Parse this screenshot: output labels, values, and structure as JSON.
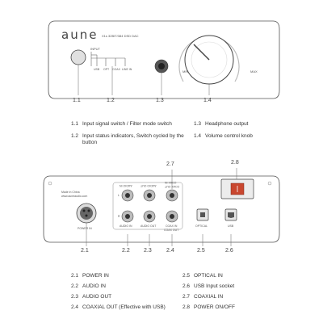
{
  "front": {
    "brand": "aune",
    "model": "X1s 32BIT/384 DSD DAC",
    "input_label": "INPUT",
    "indicators": [
      "USB",
      "OPT",
      "COAX",
      "LINE IN"
    ],
    "min_label": "MIN",
    "max_label": "MAX",
    "callouts": [
      "1.1",
      "1.2",
      "1.3",
      "1.4"
    ]
  },
  "front_legend": [
    {
      "num": "1.1",
      "text": "Input signal switch / Filter mode switch"
    },
    {
      "num": "1.3",
      "text": "Headphone output"
    },
    {
      "num": "1.2",
      "text": "Input status indicators, Switch cycled by the button"
    },
    {
      "num": "1.4",
      "text": "Volume control knob"
    }
  ],
  "rear": {
    "made_in": "Made in China",
    "website": "www.auneaudio.com",
    "power_in": "POWER IN",
    "audio_in_top": "AUDIO IN",
    "audio_out_top": "AUDIO OUT",
    "coax_in_top": "COAX IN",
    "coax_out_top": "COAX OUT",
    "audio_in": "AUDIO IN",
    "audio_out": "AUDIO OUT",
    "coax_in": "COAX IN",
    "coax_out": "COAX OUT",
    "optical": "OPTICAL",
    "usb": "USB",
    "channel_l": "L",
    "channel_r": "R",
    "callouts_top": [
      "2.7",
      "2.8"
    ],
    "callouts_bottom": [
      "2.1",
      "2.2",
      "2.3",
      "2.4",
      "2.5",
      "2.6"
    ]
  },
  "rear_legend": [
    {
      "num": "2.1",
      "text": "POWER IN"
    },
    {
      "num": "2.5",
      "text": "OPTICAL IN"
    },
    {
      "num": "2.2",
      "text": "AUDIO IN"
    },
    {
      "num": "2.6",
      "text": "USB Input socket"
    },
    {
      "num": "2.3",
      "text": "AUDIO OUT"
    },
    {
      "num": "2.7",
      "text": "COAXIAL IN"
    },
    {
      "num": "2.4",
      "text": "COAXIAL OUT  (Effective with USB)"
    },
    {
      "num": "2.8",
      "text": "POWER ON/OFF"
    }
  ]
}
